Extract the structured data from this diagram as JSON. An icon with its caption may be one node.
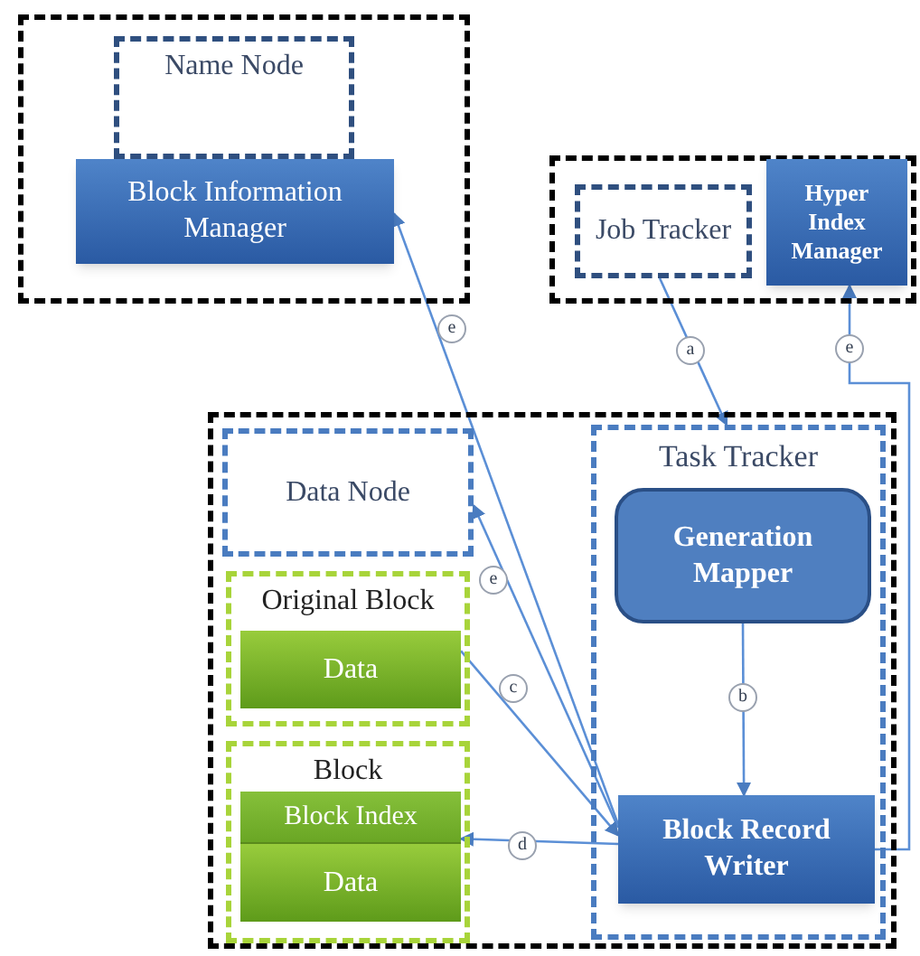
{
  "diagram": {
    "nodes": [
      {
        "text": [],
        "shape": "box"
      },
      {
        "text": [
          "Name Node"
        ],
        "in": 0
      },
      {
        "text": [
          "Block Information Manager"
        ],
        "in": 0
      },
      {
        "text": [],
        "shape": "box"
      },
      {
        "text": [
          "Job Tracker"
        ],
        "in": 3
      },
      {
        "text": [
          "Hyper Index Manager"
        ],
        "in": 3
      },
      {
        "text": [],
        "shape": "box"
      },
      {
        "text": [
          "Data Node"
        ],
        "in": 6
      },
      {
        "text": [
          "Original Block"
        ],
        "in": 6
      },
      {
        "text": [
          "Data"
        ],
        "in": 8
      },
      {
        "text": [
          "Block"
        ],
        "in": 6
      },
      {
        "text": [
          "Block Index"
        ],
        "in": 10
      },
      {
        "text": [
          "Data"
        ],
        "in": 10
      },
      {
        "text": [
          "Task Tracker"
        ],
        "in": 6
      },
      {
        "text": [
          "Generation Mapper"
        ],
        "in": 13
      },
      {
        "text": [
          "Block Record Writer"
        ],
        "in": 13
      }
    ],
    "edges": [
      {
        "from": 15,
        "to": 2,
        "arrow": "to",
        "label": "e"
      },
      {
        "from": 4,
        "to": 13,
        "arrow": "to",
        "label": "a"
      },
      {
        "from": 15,
        "to": 5,
        "arrow": "to",
        "label": "e"
      },
      {
        "from": 15,
        "to": 7,
        "arrow": "to",
        "label": "e"
      },
      {
        "from": 9,
        "to": 15,
        "arrow": "to",
        "label": "c"
      },
      {
        "from": 14,
        "to": 15,
        "arrow": "to",
        "label": "b"
      },
      {
        "from": 15,
        "to": 11,
        "arrow": "to",
        "label": "d"
      }
    ]
  }
}
